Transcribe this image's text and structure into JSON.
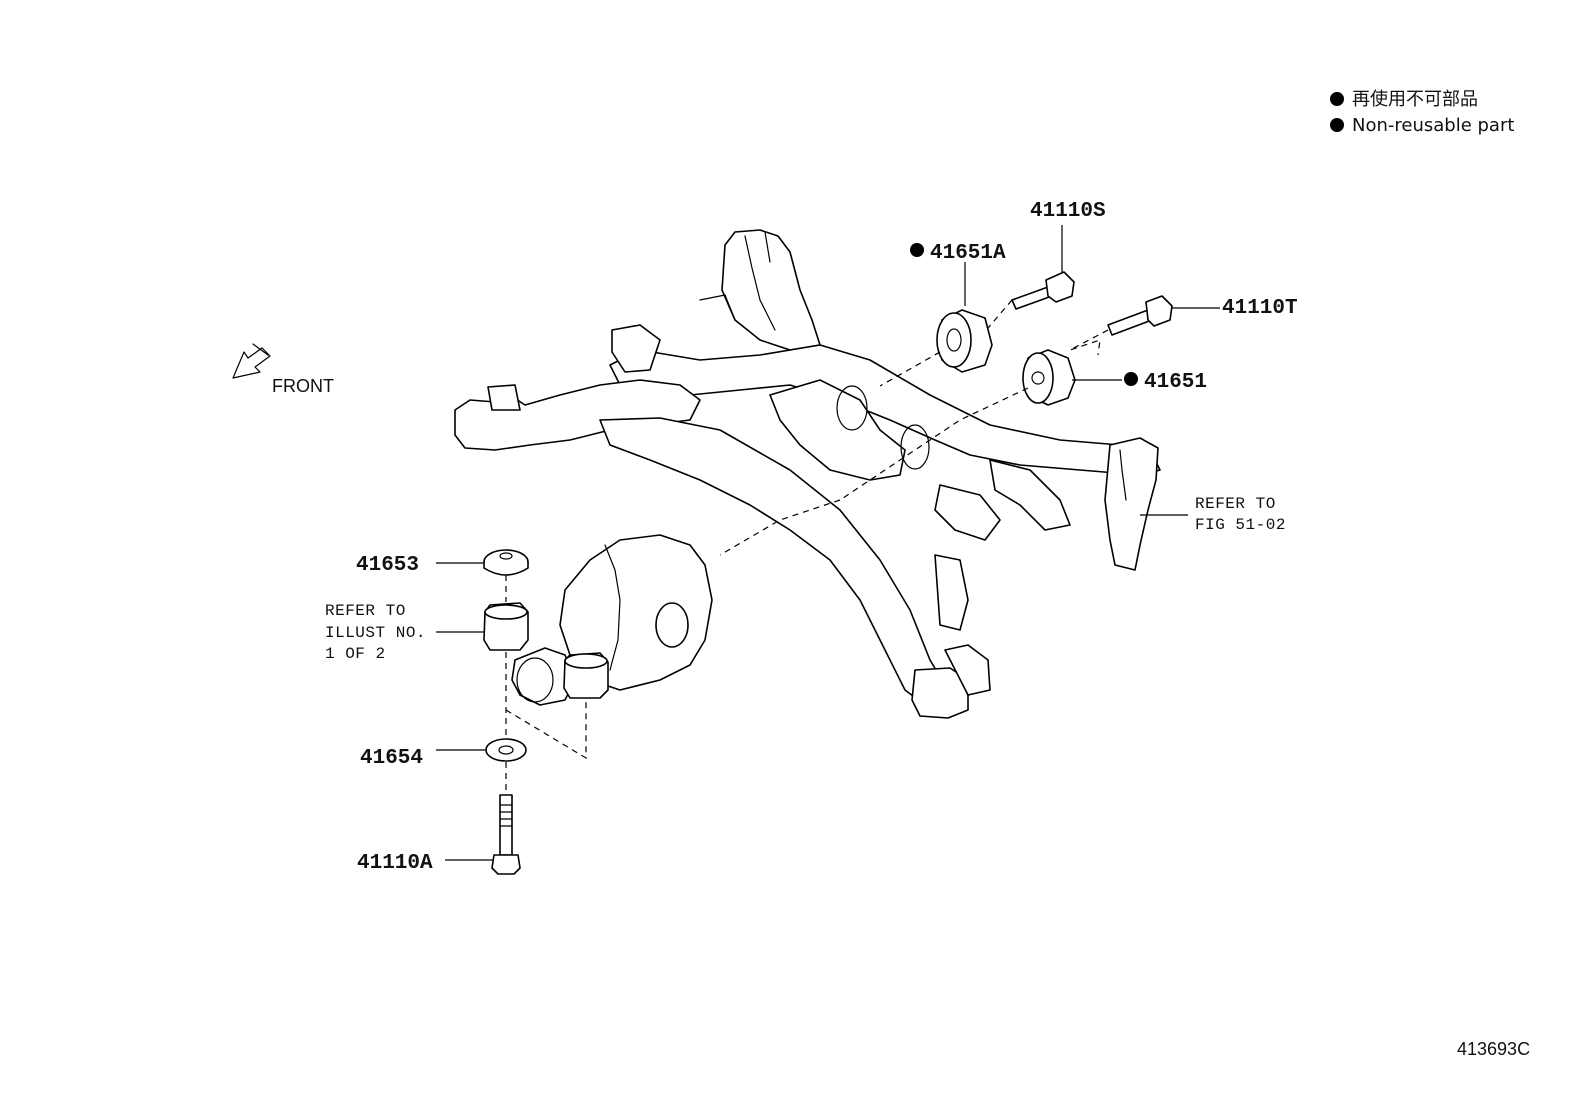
{
  "legend": {
    "lines": [
      "再使用不可部品",
      "Non-reusable part"
    ],
    "marker_color": "#000000"
  },
  "front_label": "FRONT",
  "parts": {
    "p41110S": "41110S",
    "p41651A": "41651A",
    "p41110T": "41110T",
    "p41651": "41651",
    "p41653": "41653",
    "p41654": "41654",
    "p41110A": "41110A"
  },
  "refer_fig": [
    "REFER TO",
    "FIG 51-02"
  ],
  "refer_illust": [
    "REFER TO",
    "ILLUST NO.",
    "1 OF 2"
  ],
  "diagram_id": "413693C",
  "icons": {
    "front_arrow": "front-arrow-icon",
    "non_reusable_marker": "filled-dot-icon"
  }
}
